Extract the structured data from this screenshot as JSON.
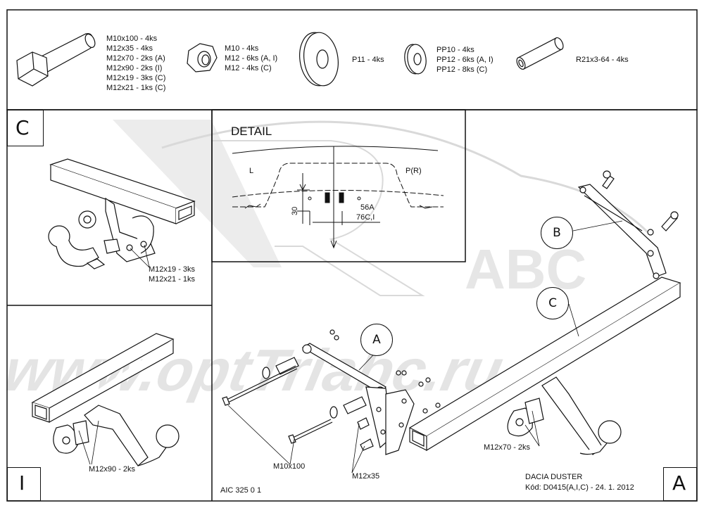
{
  "parts": {
    "bolt": {
      "lines": [
        "M10x100 - 4ks",
        "M12x35 - 4ks",
        "M12x70 - 2ks (A)",
        "M12x90 - 2ks (I)",
        "M12x19 - 3ks (C)",
        "M12x21 - 1ks (C)"
      ]
    },
    "nut": {
      "lines": [
        "M10 - 4ks",
        "M12 - 6ks (A, I)",
        "M12 - 4ks (C)"
      ]
    },
    "washer_large": {
      "lines": [
        "P11 - 4ks"
      ]
    },
    "washer_small": {
      "lines": [
        "PP10 - 4ks",
        "PP12 - 6ks (A, I)",
        "PP12 - 8ks (C)"
      ]
    },
    "spacer_tube": {
      "lines": [
        "R21x3-64 - 4ks"
      ]
    }
  },
  "panels": {
    "c": {
      "letter": "C",
      "label1": "M12x19 - 3ks",
      "label2": "M12x21 - 1ks"
    },
    "i": {
      "letter": "I",
      "label": "M12x90 - 2ks"
    },
    "a": {
      "letter": "A"
    }
  },
  "detail": {
    "title": "DETAIL",
    "left": "L",
    "right": "P(R)",
    "dim_vertical": "30",
    "dim_56": "56A",
    "dim_76": "76C,I"
  },
  "main": {
    "callout_a": "A",
    "callout_b": "B",
    "callout_c": "C",
    "label_m10x100": "M10x100",
    "label_m12x35": "M12x35",
    "label_m12x70": "M12x70 - 2ks"
  },
  "footer": {
    "drawing_no": "AIC 325 0 1",
    "model": "DACIA DUSTER",
    "code": "Kód: D0415(A,I,C) - 24. 1. 2012"
  },
  "watermark": {
    "text": "www.optTriabc.ru",
    "logo": "ABC"
  }
}
